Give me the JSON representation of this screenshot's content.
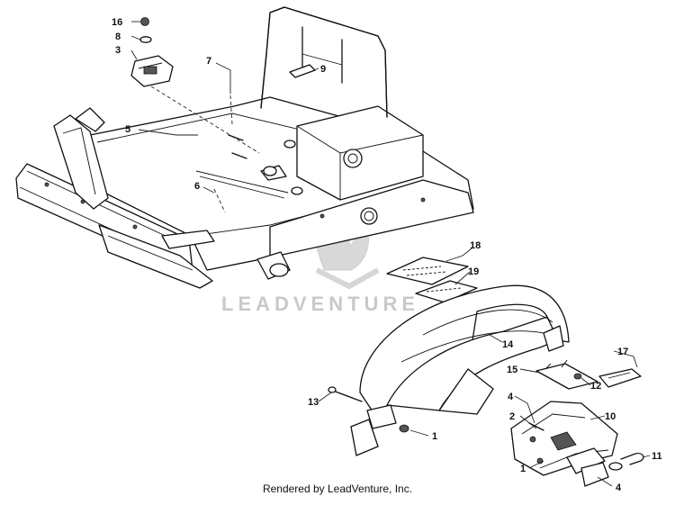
{
  "watermark": {
    "brand": "LEADVENTURE"
  },
  "footer": {
    "text": "Rendered by LeadVenture, Inc."
  },
  "callouts": {
    "c16": "16",
    "c8": "8",
    "c3": "3",
    "c7": "7",
    "c9": "9",
    "c5": "5",
    "c6": "6",
    "c18": "18",
    "c19": "19",
    "c14": "14",
    "c17": "17",
    "c15": "15",
    "c12": "12",
    "c13": "13",
    "c1a": "1",
    "c4a": "4",
    "c2": "2",
    "c10": "10",
    "c11": "11",
    "c1b": "1",
    "c4b": "4"
  }
}
